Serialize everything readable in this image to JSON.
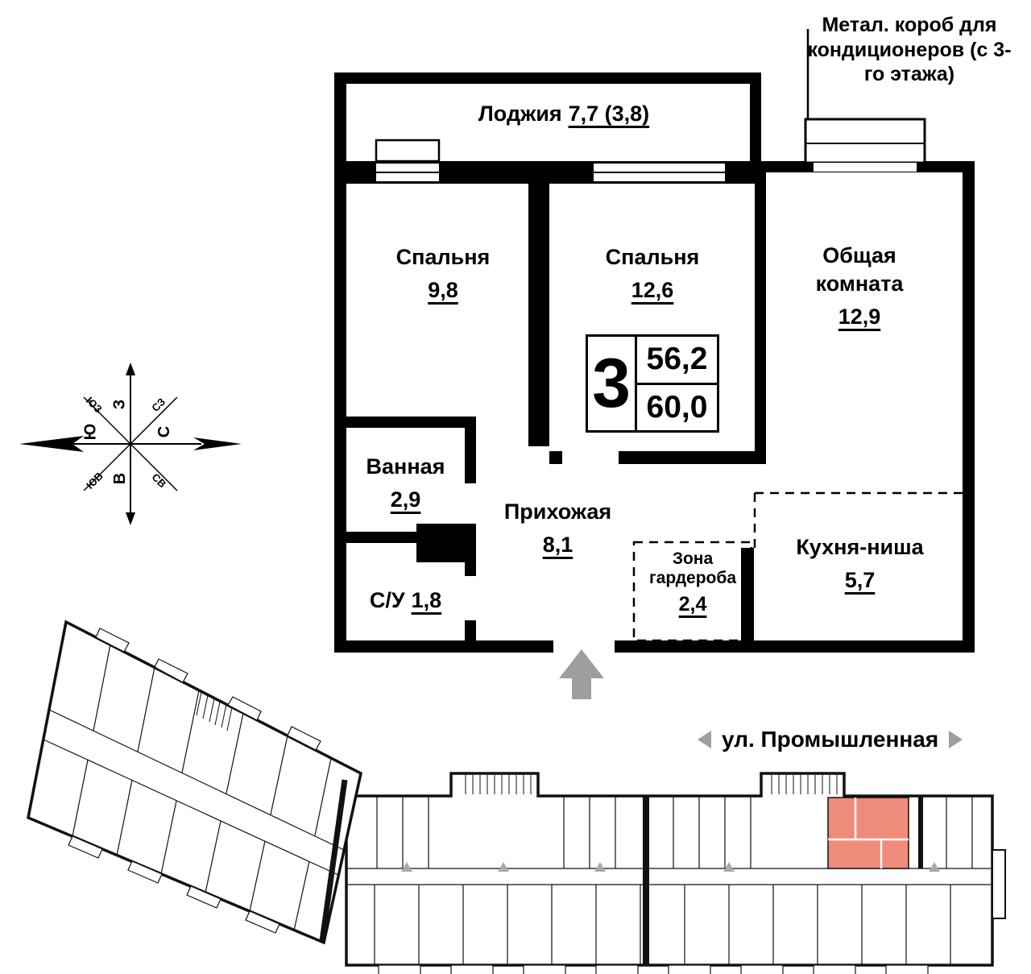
{
  "notes": {
    "ac_box": "Метал. короб для кондиционеров (с 3-го этажа)"
  },
  "plan": {
    "badge": {
      "rooms": "3",
      "area_living": "56,2",
      "area_total": "60,0"
    },
    "rooms": {
      "loggia": {
        "name": "Лоджия",
        "area": "7,7 (3,8)"
      },
      "bedroom1": {
        "name": "Спальня",
        "area": "9,8"
      },
      "bedroom2": {
        "name": "Спальня",
        "area": "12,6"
      },
      "living": {
        "name": "Общая комната",
        "area": "12,9"
      },
      "bathroom": {
        "name": "Ванная",
        "area": "2,9"
      },
      "wc": {
        "name": "С/У",
        "area": "1,8"
      },
      "hallway": {
        "name": "Прихожая",
        "area": "8,1"
      },
      "wardrobe": {
        "name": "Зона гардероба",
        "area": "2,4"
      },
      "kitchen": {
        "name": "Кухня-ниша",
        "area": "5,7"
      }
    }
  },
  "compass": {
    "n": "С",
    "s": "Ю",
    "w": "З",
    "e": "В",
    "nw": "СЗ",
    "ne": "СВ",
    "sw": "ЮЗ",
    "se": "ЮВ"
  },
  "street": {
    "name": "ул. Промышленная"
  },
  "colors": {
    "wall": "#000000",
    "highlight": "#ee8b7b",
    "arrow": "#9e9e9e"
  }
}
